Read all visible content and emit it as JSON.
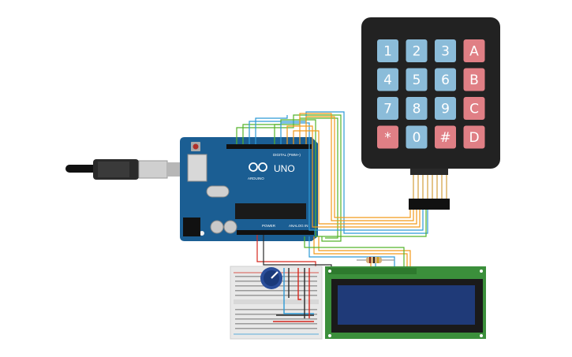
{
  "arduino": {
    "logo_text": "UNO",
    "brand_text": "ARDUINO",
    "digital_label": "DIGITAL (PWM~)",
    "power_label": "POWER",
    "analog_label": "ANALOG IN"
  },
  "keypad": {
    "rows": [
      [
        "1",
        "2",
        "3",
        "A"
      ],
      [
        "4",
        "5",
        "6",
        "B"
      ],
      [
        "7",
        "8",
        "9",
        "C"
      ],
      [
        "*",
        "0",
        "#",
        "D"
      ]
    ]
  },
  "colors": {
    "board": "#1b5e93",
    "keypad_body": "#222222",
    "key_blue": "#8bbcd9",
    "key_red": "#e07f85",
    "lcd_board": "#3b8f3b",
    "lcd_screen": "#1f3a78",
    "breadboard": "#e8e8e8",
    "wire_orange": "#f29a1b",
    "wire_green": "#54b32a",
    "wire_blue": "#2d9ad6",
    "wire_red": "#d6271d",
    "wire_black": "#2a2a2a"
  }
}
